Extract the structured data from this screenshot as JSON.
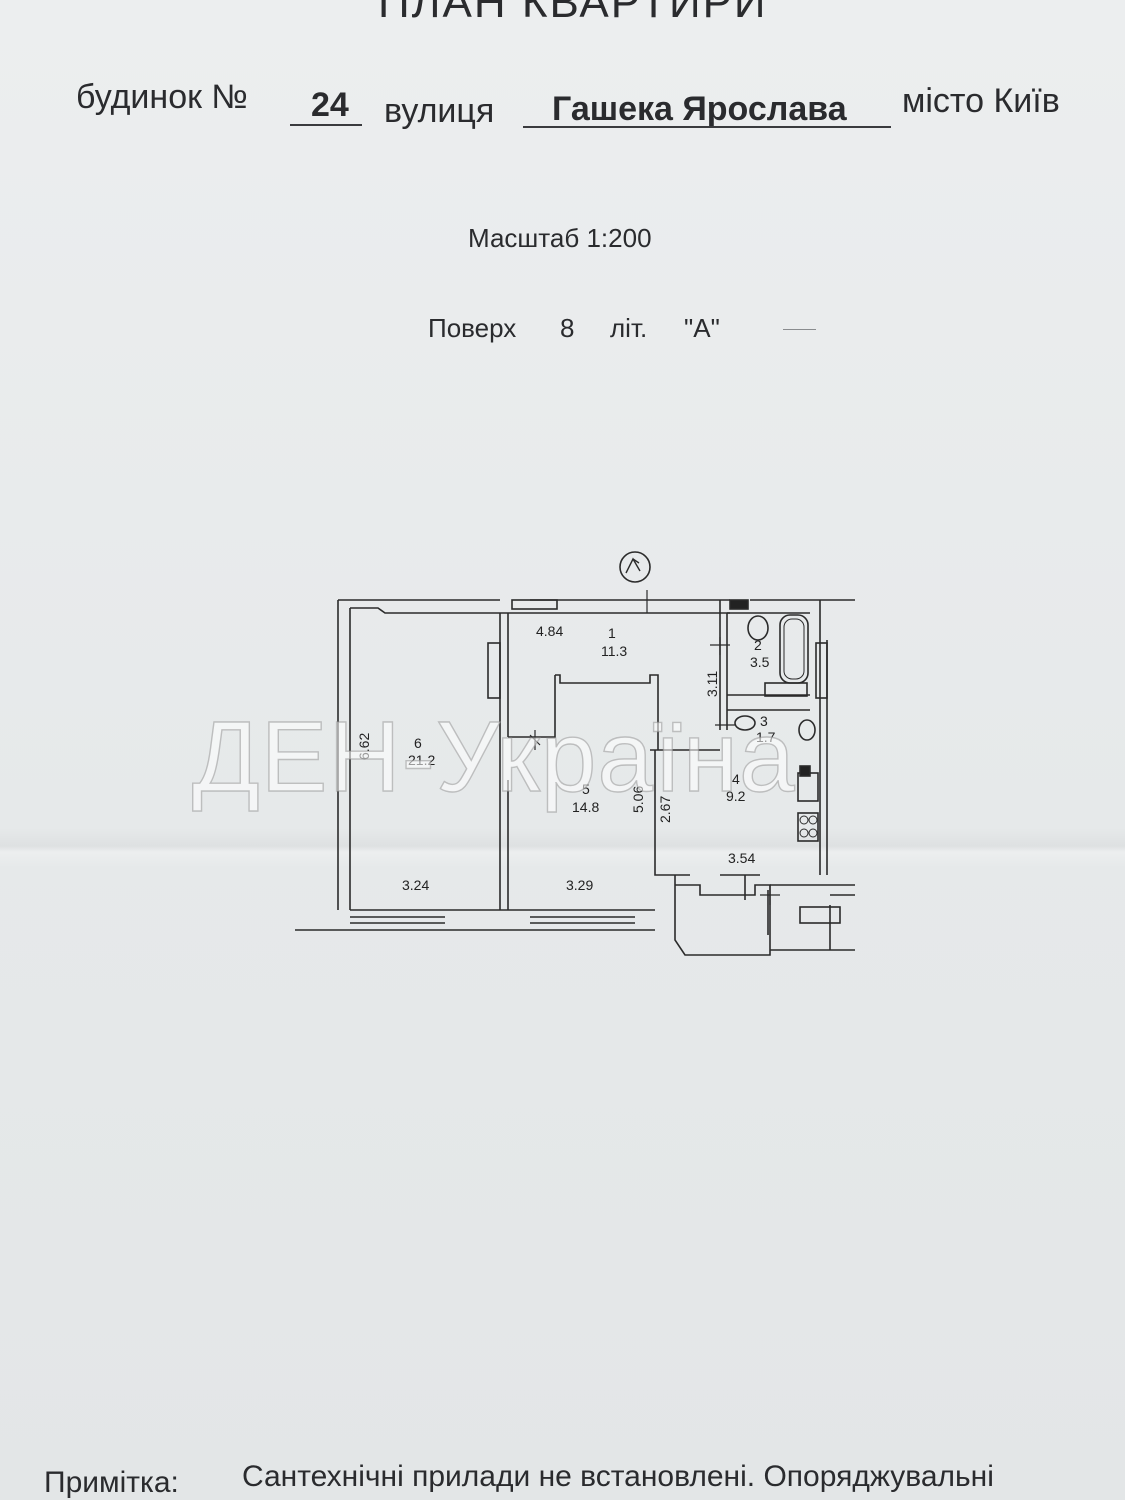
{
  "document": {
    "title": "ПЛАН КВАРТИРИ",
    "house_label": "будинок №",
    "house_number": "24",
    "street_label": "вулиця",
    "street_name": "Гашека Ярослава",
    "city_label": "місто Київ",
    "scale": "Масштаб 1:200",
    "floor_label": "Поверх",
    "floor_number": "8",
    "letter_label": "літ.",
    "letter_value": "\"А\"",
    "note_label": "Примітка:",
    "note_text": "Сантехнічні прилади не встановлені. Опоряджувальні"
  },
  "plan": {
    "rooms": [
      {
        "number": "1",
        "area": "11.3"
      },
      {
        "number": "2",
        "area": "3.5"
      },
      {
        "number": "3",
        "area": "1.7"
      },
      {
        "number": "4",
        "area": "9.2"
      },
      {
        "number": "5",
        "area": "14.8"
      },
      {
        "number": "6",
        "area": "21.2"
      }
    ],
    "dimensions": [
      "4.84",
      "3.11",
      "6.62",
      "5.06",
      "2.67",
      "3.54",
      "3.24",
      "3.29"
    ]
  },
  "watermark": "ДЕН-Україна"
}
